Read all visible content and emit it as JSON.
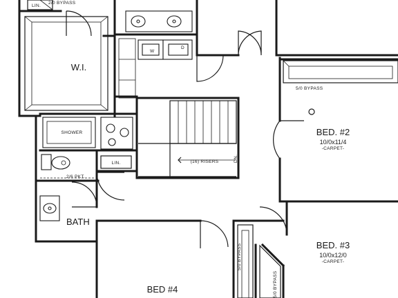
{
  "rooms": {
    "wi": "W.I.",
    "shower": "SHOWER",
    "lin": "LIN.",
    "bath": "BATH",
    "shelf": "2/6 PKT.",
    "bed2": {
      "name": "BED. #2",
      "size": "10/0x11/4",
      "floor": "-CARPET-",
      "closet": "5/0 BYPASS"
    },
    "bed3": {
      "name": "BED. #3",
      "size": "10/0x12/0",
      "floor": "-CARPET-",
      "closet": "5/0 BYPASS"
    },
    "bed4": {
      "name": "BED #4",
      "closet": "5/0 BYPASS"
    },
    "top_closet": "2/0 BYPASS",
    "top_lin": "LIN."
  },
  "stairs": {
    "risers": "(16) RISERS",
    "direction": "DN."
  }
}
